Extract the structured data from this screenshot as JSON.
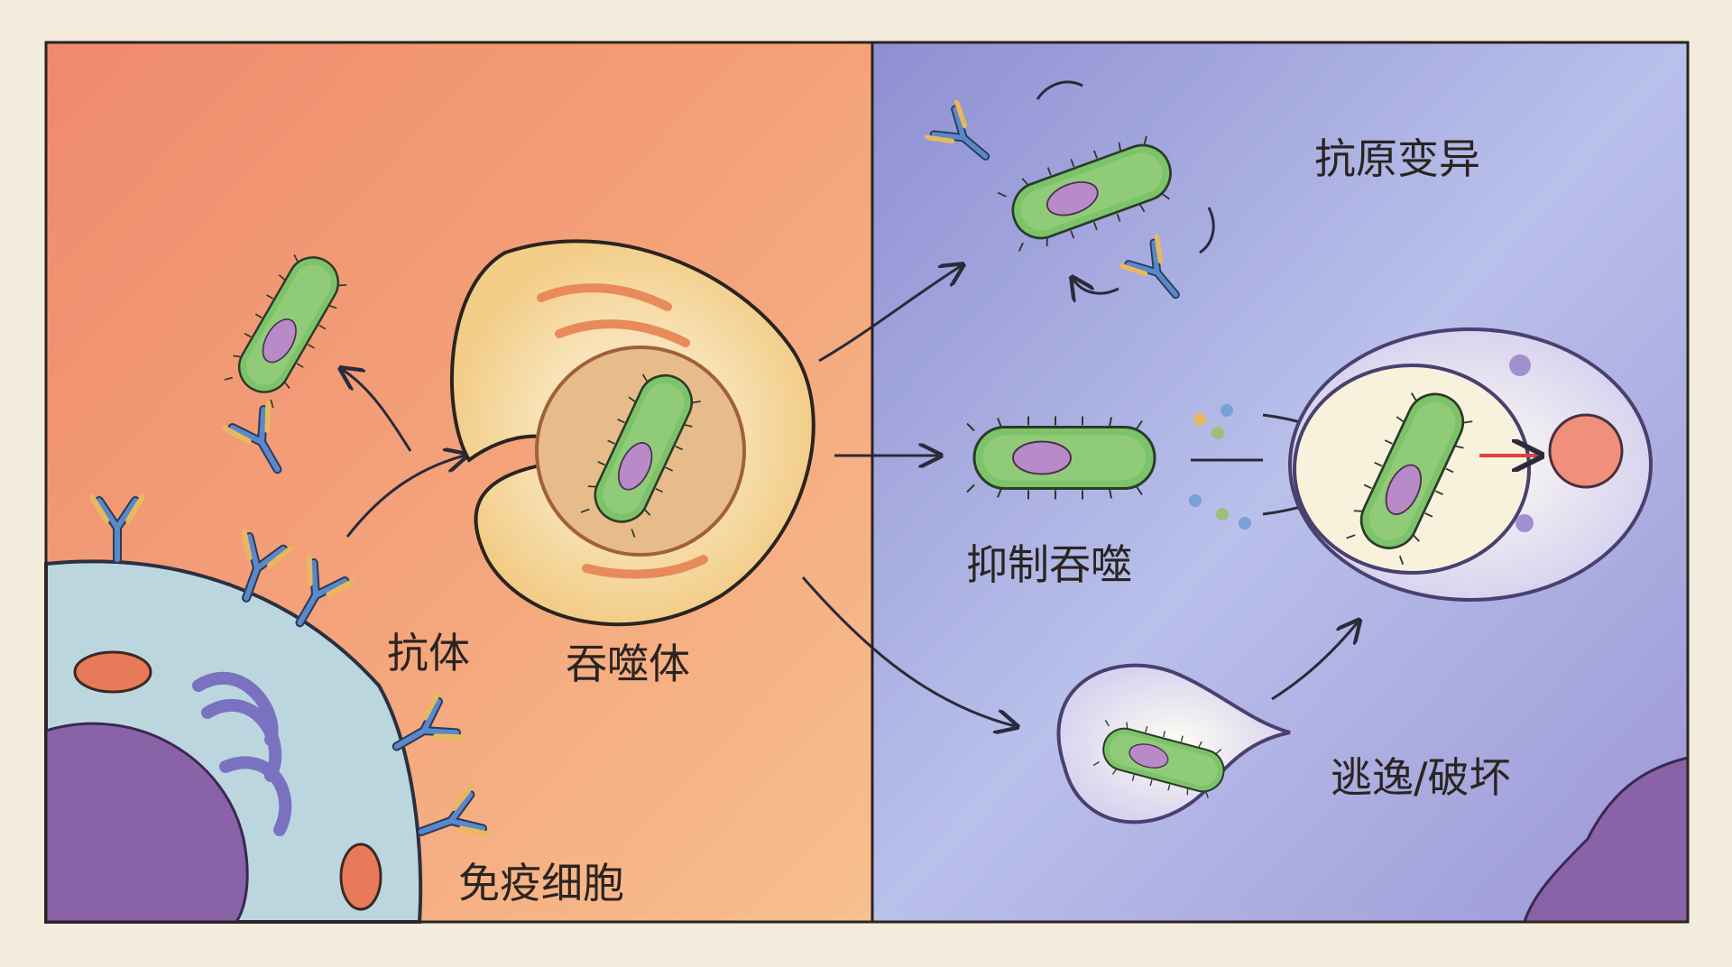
{
  "labels": {
    "antigenic_variation": "抗原变异",
    "inhibit_phagocytosis": "抑制吞噬",
    "escape_destroy": "逃逸/破坏",
    "antibody": "抗体",
    "phagosome": "吞噬体",
    "immune_cell": "免疫细胞"
  },
  "colors": {
    "background": "#f3ecdd",
    "left_panel_top": "#f08a6e",
    "left_panel_bottom": "#f6b98a",
    "right_panel_top": "#8d90d4",
    "right_panel_bottom": "#c8d0ee",
    "bacterium": "#7cc36a",
    "nucleoid": "#b88ac8",
    "antibody_blue": "#4a78b8",
    "antibody_yellow": "#e8b860",
    "immune_cell": "#bcd6e0",
    "phagocyte": "#f6d08a"
  }
}
